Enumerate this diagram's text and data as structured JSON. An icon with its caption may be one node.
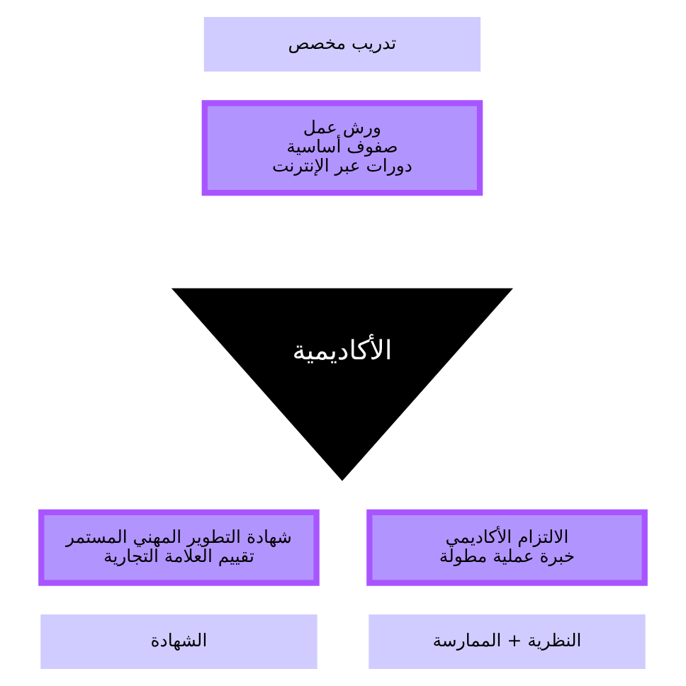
{
  "diagram": {
    "nodes": [
      {
        "text": [
          "الأكاديمية"
        ]
      },
      {
        "text": [
          "تدريب مخصص"
        ]
      },
      {
        "text": [
          "ورش عمل",
          "صفوف أساسية",
          "دورات عبر الإنترنت"
        ]
      },
      {
        "text": [
          "شهادة التطوير المهني المستمر",
          "تقييم العلامة التجارية"
        ]
      },
      {
        "text": [
          "الشهادة"
        ]
      },
      {
        "text": [
          "الالتزام الأكاديمي",
          "خبرة عملية مطولة"
        ]
      },
      {
        "text": [
          "النظرية + الممارسة"
        ]
      }
    ]
  }
}
